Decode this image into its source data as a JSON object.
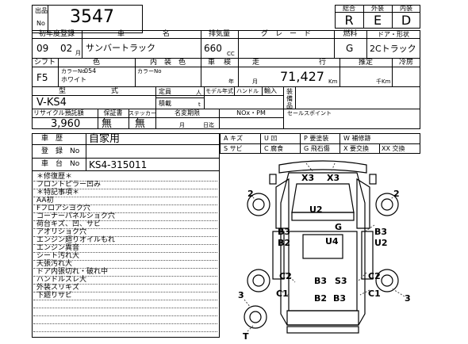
{
  "header": {
    "lot_label_top": "出品",
    "lot_label_bottom": "No",
    "lot_number": "3547",
    "grade_headers": [
      "総合",
      "外装",
      "内装"
    ],
    "grade_values": [
      "R",
      "E",
      "D"
    ]
  },
  "row1": {
    "labels": [
      "初年度登録",
      "車",
      "名",
      "排気量",
      "グ　レ　ー　ド",
      "燃料",
      "ドア・形状"
    ],
    "year": "09",
    "month": "02",
    "month_unit": "月",
    "car_name": "サンバートラック",
    "displacement": "660",
    "cc_unit": "CC",
    "fuel": "G",
    "door_shape": "2Cトラック"
  },
  "row2": {
    "labels": [
      "シフト",
      "色",
      "内　装　色",
      "車",
      "検",
      "走",
      "行",
      "推定",
      "冷房"
    ],
    "shift": "F5",
    "color_no_label": "カラーNo",
    "color_no": "054",
    "color_name": "ホワイト",
    "interior_color_no_label": "カラーNo",
    "inspection_year_unit": "年",
    "inspection_month_unit": "月",
    "mileage": "71,427",
    "mileage_unit": "Km",
    "estimated_unit": "千Km"
  },
  "row3": {
    "labels": [
      "型",
      "式",
      "定員",
      "人",
      "積載",
      "t",
      "モデル年式",
      "ハンドル",
      "輸入",
      "装備品"
    ],
    "model_code": "V-KS4"
  },
  "row4": {
    "labels": [
      "リサイクル預託額",
      "保証書",
      "ステッカー",
      "名変期限",
      "月",
      "日迄",
      "NOx・PM",
      "セールスポイント"
    ],
    "recycle_amount": "3,960",
    "warranty": "無",
    "sticker": "無"
  },
  "legend": {
    "rows": [
      [
        "A キズ",
        "U 凹",
        "P 要塗装",
        "W 補修跡"
      ],
      [
        "S サビ",
        "C 腐食",
        "G 飛石傷",
        "X 要交換",
        "XX 交換"
      ]
    ]
  },
  "reg": {
    "usage_label": "車　歴",
    "usage": "自家用",
    "reg_no_label": "登　録　No",
    "chassis_label": "車　台　No",
    "chassis_no": "KS4-315011"
  },
  "notes": {
    "repair_header": "＊修復歴＊",
    "repair_items": [
      "フロントピラー凹み"
    ],
    "special_header": "＊特記事項＊",
    "special_items": [
      "AA初",
      "Fフロアシヨク穴",
      "コーナーパネルショク穴",
      "荷台キズ、凹、サビ",
      "アオリショク穴",
      "エンジン廻りオイルもれ",
      "エンジン異音",
      "シート汚れ大",
      "天張汚れ大",
      "ドア内張切れ・破れ中",
      "ハンドルスレ大",
      "外装スリキズ",
      "下廻りサビ"
    ]
  },
  "diagram_marks": {
    "top_x": "X3",
    "top_x2": "X3",
    "u2_top": "U2",
    "g_right": "G",
    "b3_left": "B3",
    "b2_left": "B2",
    "u4": "U4",
    "b3_right": "B3",
    "u2_right": "U2",
    "c2_left": "C2",
    "c1_left": "C1",
    "b3_bottom": "B3",
    "s3_bottom": "S3",
    "c2_right": "C2",
    "c1_right": "C1",
    "b2_bottom": "B2",
    "b3_bottom2": "B3",
    "tire_2_tl": "2",
    "tire_2_tr": "2",
    "tire_3_bl": "3",
    "tire_3_br": "3",
    "t_bottom": "T"
  }
}
